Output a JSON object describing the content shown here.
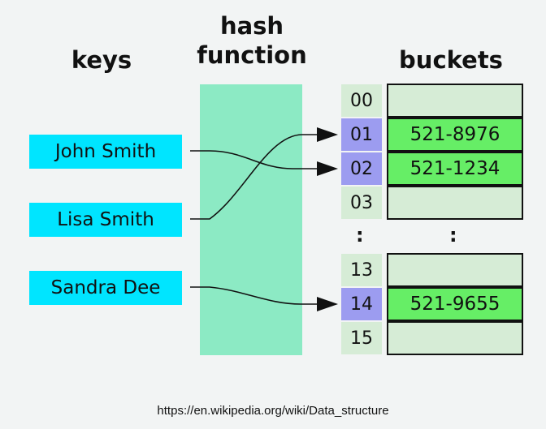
{
  "headings": {
    "keys": "keys",
    "hash_function_line1": "hash",
    "hash_function_line2": "function",
    "buckets": "buckets"
  },
  "keys": [
    "John Smith",
    "Lisa Smith",
    "Sandra Dee"
  ],
  "indices": [
    "00",
    "01",
    "02",
    "03",
    "13",
    "14",
    "15"
  ],
  "bucket_values": [
    "",
    "521-8976",
    "521-1234",
    "",
    "",
    "521-9655",
    ""
  ],
  "ellipsis": ":",
  "mapping": [
    {
      "key": "John Smith",
      "index": "02"
    },
    {
      "key": "Lisa Smith",
      "index": "01"
    },
    {
      "key": "Sandra Dee",
      "index": "14"
    }
  ],
  "caption": "https://en.wikipedia.org/wiki/Data_structure",
  "colors": {
    "key_box": "#00e5ff",
    "hash_function": "#8ceac4",
    "index_cell": "#d6ecd6",
    "index_hit": "#9c9cf0",
    "bucket_empty": "#d6ecd6",
    "bucket_full": "#66ee66"
  }
}
